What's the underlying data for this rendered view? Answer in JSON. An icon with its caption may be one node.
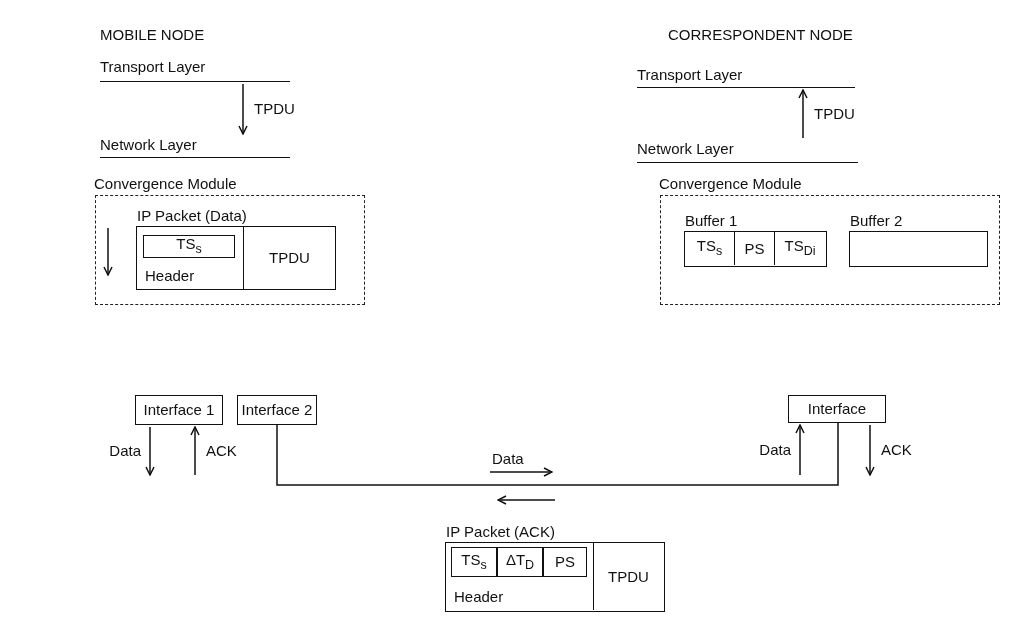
{
  "diagram": {
    "nodes": [
      {
        "text": [
          "Transport Layer"
        ]
      },
      {
        "text": [
          "Network Layer"
        ]
      },
      {
        "text": [
          "Convergence Module"
        ]
      },
      {
        "text": [
          "IP Packet (Data)"
        ],
        "in": 2
      },
      {
        "text": [
          "Header"
        ],
        "in": 3
      },
      {
        "text": [
          "TS$_{s}$"
        ],
        "in": 4
      },
      {
        "text": [
          "TPDU"
        ],
        "in": 3
      },
      {
        "text": [
          "Interface 1"
        ]
      },
      {
        "text": [
          "Interface 2"
        ]
      },
      {
        "text": [
          "Transport Layer"
        ]
      },
      {
        "text": [
          "Network Layer"
        ]
      },
      {
        "text": [
          "Convergence Module"
        ]
      },
      {
        "text": [
          "Buffer 1"
        ],
        "in": 11
      },
      {
        "text": [
          "TS$_{s}$"
        ],
        "in": 12
      },
      {
        "text": [
          "PS"
        ],
        "in": 12
      },
      {
        "text": [
          "TS$_{Di}$"
        ],
        "in": 12
      },
      {
        "text": [
          "Buffer 2"
        ],
        "in": 11
      },
      {
        "text": [
          "Interface"
        ]
      },
      {
        "text": [
          "IP Packet (ACK)"
        ]
      },
      {
        "text": [
          "Header"
        ],
        "in": 18
      },
      {
        "text": [
          "TS$_{s}$"
        ],
        "in": 19
      },
      {
        "text": [
          "ΔT$_{D}$"
        ],
        "in": 19
      },
      {
        "text": [
          "PS"
        ],
        "in": 19
      },
      {
        "text": [
          "TPDU"
        ],
        "in": 18
      }
    ],
    "edges": [
      {
        "from": 0,
        "to": 1,
        "arrow": "to",
        "label": "TPDU"
      },
      {
        "from": 10,
        "to": 9,
        "arrow": "to",
        "label": "TPDU"
      },
      {
        "from": 7,
        "to": null,
        "arrow": "to",
        "label": "Data"
      },
      {
        "from": null,
        "to": 7,
        "arrow": "to",
        "label": "ACK"
      },
      {
        "from": null,
        "to": 17,
        "arrow": "to",
        "label": "Data"
      },
      {
        "from": 17,
        "to": null,
        "arrow": "to",
        "label": "ACK"
      },
      {
        "from": 8,
        "to": 17,
        "arrow": "none"
      }
    ],
    "labels": [
      "MOBILE NODE",
      "CORRESPONDENT NODE",
      "Data"
    ]
  }
}
